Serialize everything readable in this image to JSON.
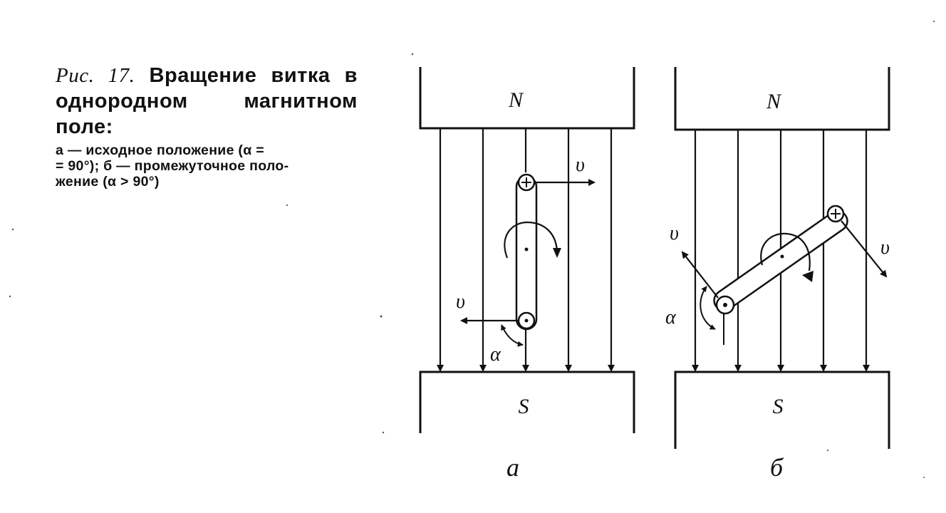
{
  "caption": {
    "fig_label": "Рис. 17.",
    "title": "Вращение витка в однородном магнитном поле:",
    "line1": "а — исходное положение (α =",
    "line2": "= 90°); б — промежуточное поло-",
    "line3": "жение (α > 90°)"
  },
  "panel_a": {
    "north": "N",
    "south": "S",
    "velocity": "υ",
    "angle": "α",
    "plus": "+",
    "label": "а"
  },
  "panel_b": {
    "north": "N",
    "south": "S",
    "velocity": "υ",
    "angle": "α",
    "plus": "+",
    "label": "б"
  }
}
